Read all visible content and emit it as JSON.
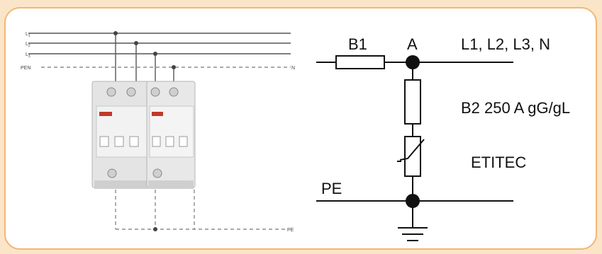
{
  "schematic": {
    "fuse_b1": "B1",
    "node_a": "A",
    "phases": "L1, L2, L3, N",
    "fuse_b2": "B2",
    "fuse_b2_rating": "250 A gG/gL",
    "device": "ETITEC",
    "pe": "PE"
  },
  "wiring": {
    "l1": "L",
    "l1_sub": "1",
    "l2": "L",
    "l2_sub": "2",
    "l3": "L",
    "l3_sub": "3",
    "pen": "PEN",
    "n": "N",
    "pe": "PE"
  },
  "colors": {
    "panel_border": "#f3b676",
    "frame": "#fbe5c8",
    "line": "#111111",
    "wire": "#555555"
  }
}
